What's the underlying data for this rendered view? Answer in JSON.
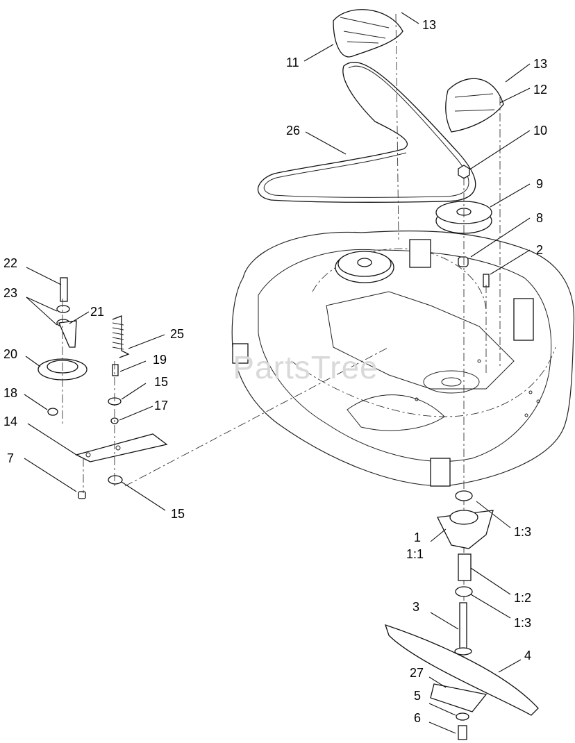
{
  "watermark": "PartsTree",
  "callouts": [
    {
      "id": "c13a",
      "text": "13"
    },
    {
      "id": "c11",
      "text": "11"
    },
    {
      "id": "c13b",
      "text": "13"
    },
    {
      "id": "c12",
      "text": "12"
    },
    {
      "id": "c26",
      "text": "26"
    },
    {
      "id": "c10",
      "text": "10"
    },
    {
      "id": "c9",
      "text": "9"
    },
    {
      "id": "c8",
      "text": "8"
    },
    {
      "id": "c2",
      "text": "2"
    },
    {
      "id": "c22",
      "text": "22"
    },
    {
      "id": "c23",
      "text": "23"
    },
    {
      "id": "c21",
      "text": "21"
    },
    {
      "id": "c25",
      "text": "25"
    },
    {
      "id": "c20",
      "text": "20"
    },
    {
      "id": "c19",
      "text": "19"
    },
    {
      "id": "c15a",
      "text": "15"
    },
    {
      "id": "c18",
      "text": "18"
    },
    {
      "id": "c17",
      "text": "17"
    },
    {
      "id": "c14",
      "text": "14"
    },
    {
      "id": "c7",
      "text": "7"
    },
    {
      "id": "c15b",
      "text": "15"
    },
    {
      "id": "c1",
      "text": "1"
    },
    {
      "id": "c1_1",
      "text": "1:1"
    },
    {
      "id": "c1_3a",
      "text": "1:3"
    },
    {
      "id": "c1_2",
      "text": "1:2"
    },
    {
      "id": "c3",
      "text": "3"
    },
    {
      "id": "c1_3b",
      "text": "1:3"
    },
    {
      "id": "c4",
      "text": "4"
    },
    {
      "id": "c27",
      "text": "27"
    },
    {
      "id": "c5",
      "text": "5"
    },
    {
      "id": "c6",
      "text": "6"
    }
  ]
}
